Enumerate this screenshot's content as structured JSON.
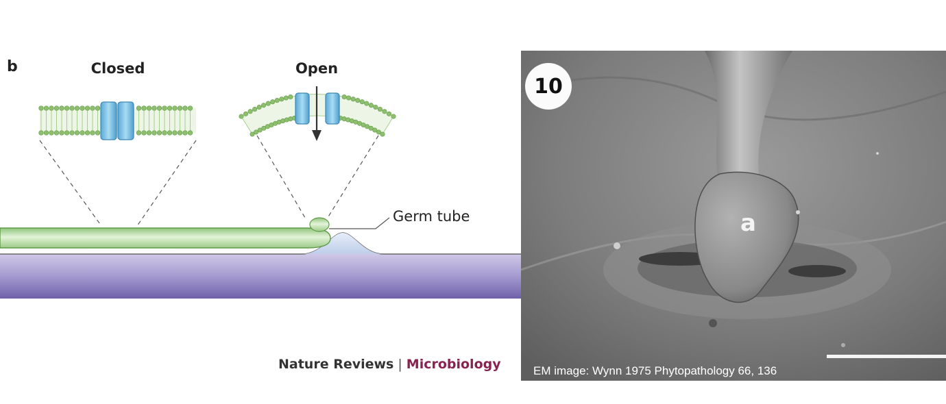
{
  "title": "",
  "diagram": {
    "panel_letter": "b",
    "closed_label": "Closed",
    "open_label": "Open",
    "germ_tube_label": "Germ tube",
    "credit_journal": "Nature Reviews",
    "credit_separator": "|",
    "credit_subject": "Microbiology",
    "colors": {
      "channel": "#6fb9df",
      "membrane_head": "#8dbf6e",
      "germ_tube": "#b9dfa7",
      "leaf_surface": "#8878bc",
      "swelling": "#c8d6ee",
      "arrow": "#333333"
    }
  },
  "em_image": {
    "figure_number": "10",
    "structure_label": "a",
    "credit": "EM image: Wynn 1975 Phytopathology 66, 136"
  }
}
